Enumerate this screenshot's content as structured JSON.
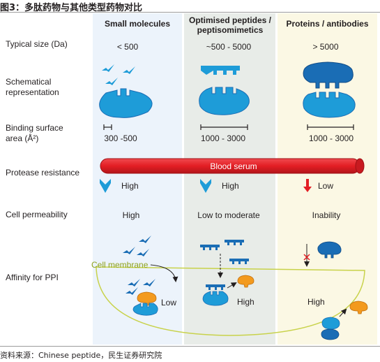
{
  "figure_title": "图3：多肽药物与其他类型药物对比",
  "columns": [
    {
      "header": "Small molecules",
      "bg": "#ecf3fb"
    },
    {
      "header": "Optimised peptides / peptisomimetics",
      "bg": "#e8ece8"
    },
    {
      "header": "Proteins / antibodies",
      "bg": "#fbf8e4"
    }
  ],
  "row_labels": {
    "typical_size": "Typical size (Da)",
    "schematic": "Schematical representation",
    "binding_surface": "Binding surface area (Å²)",
    "protease": "Protease resistance",
    "permeability": "Cell permeability",
    "affinity": "Affinity for PPI"
  },
  "typical_size": [
    "< 500",
    "~500 - 5000",
    "> 5000"
  ],
  "binding_surface": [
    "300 -500",
    "1000 - 3000",
    "1000 - 3000"
  ],
  "blood_serum_label": "Blood serum",
  "protease_resistance": [
    "High",
    "High",
    "Low"
  ],
  "cell_permeability": [
    "High",
    "Low to moderate",
    "Inability"
  ],
  "cell_membrane_label": "Cell membrane",
  "affinity": [
    "Low",
    "High",
    "High"
  ],
  "colors": {
    "blue": "#1e9cd8",
    "dark_blue": "#1a6db5",
    "red": "#e31e24",
    "orange": "#f39a1e",
    "membrane": "#c8d24a"
  },
  "source": "资料来源：Chinese peptide，民生证券研究院"
}
